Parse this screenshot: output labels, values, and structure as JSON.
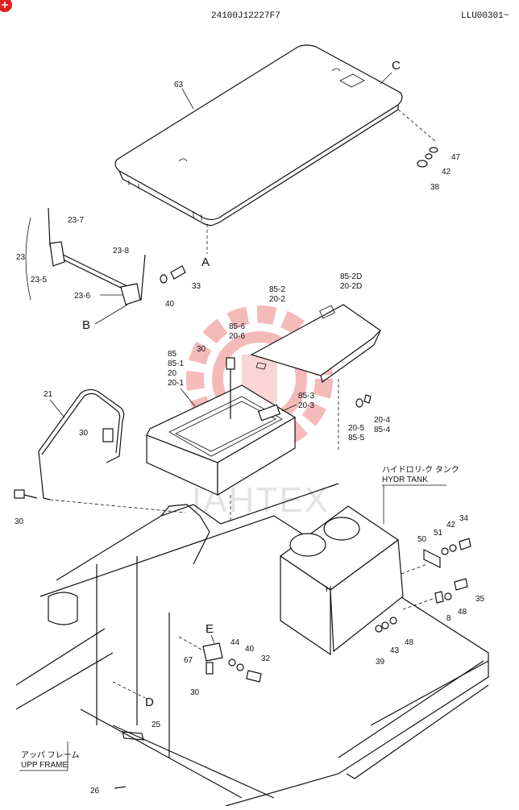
{
  "header": {
    "drawing_number": "24100J12227F7",
    "serial_range": "LLU00301~"
  },
  "watermark": {
    "text": "IAHTEX"
  },
  "references": {
    "C": "C",
    "A": "A",
    "B": "B",
    "E": "E",
    "D": "D"
  },
  "tank_label": {
    "jp": "ハイドロリ-ク タンク",
    "en": "HYDR TANK"
  },
  "frame_label": {
    "jp": "アッパ フレーム",
    "en": "UPP FRAME"
  },
  "parts": {
    "p63": "63",
    "p47": "47",
    "p42a": "42",
    "p38": "38",
    "p23": "23",
    "p23_7": "23-7",
    "p23_8": "23-8",
    "p23_5": "23-5",
    "p23_6": "23-6",
    "p33": "33",
    "p40a": "40",
    "p85_2": "85-2",
    "p20_2": "20-2",
    "p85_2d": "85-2D",
    "p20_2d": "20-2D",
    "p85_6": "85-6",
    "p20_6": "20-6",
    "p85": "85",
    "p85_1": "85-1",
    "p20": "20",
    "p20_1": "20-1",
    "p30a": "30",
    "p85_3": "85-3",
    "p20_3": "20-3",
    "p20_4": "20-4",
    "p85_4": "85-4",
    "p20_5": "20-5",
    "p85_5": "85-5",
    "p21": "21",
    "p30b": "30",
    "p30c": "30",
    "p34": "34",
    "p42b": "42",
    "p51": "51",
    "p50": "50",
    "p35": "35",
    "p48a": "48",
    "p8": "8",
    "p48b": "48",
    "p43": "43",
    "p39": "39",
    "p44": "44",
    "p40b": "40",
    "p32": "32",
    "p67": "67",
    "p30d": "30",
    "p25": "25",
    "p26": "26"
  },
  "colors": {
    "line": "#111111",
    "watermark": "#e23b3b",
    "corner_badge": "#e02020"
  }
}
